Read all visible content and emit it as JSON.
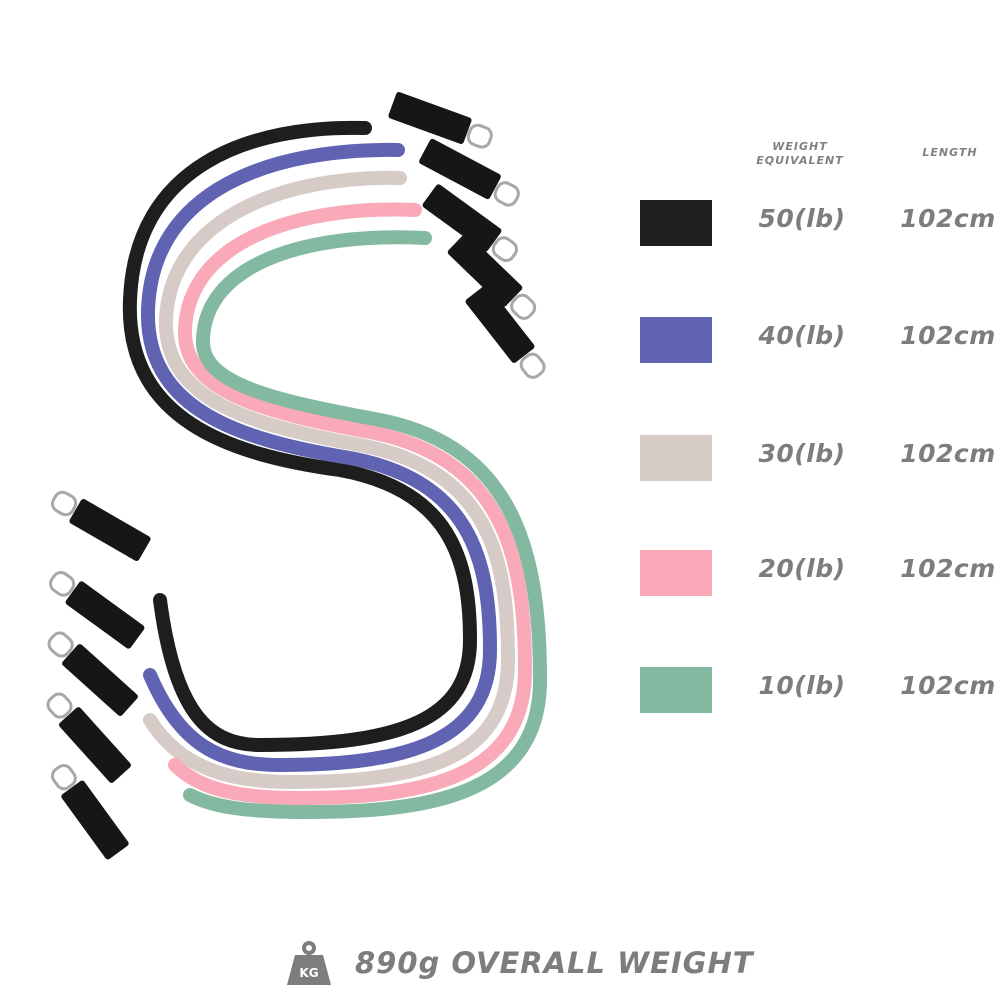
{
  "headers": {
    "weight_equivalent": "WEIGHT EQUIVALENT",
    "length": "LENGTH"
  },
  "bands": [
    {
      "color_name": "black",
      "color": "#1e1e1e",
      "weight": "50(lb)",
      "length": "102cm"
    },
    {
      "color_name": "purple",
      "color": "#5f63b2",
      "weight": "40(lb)",
      "length": "102cm"
    },
    {
      "color_name": "beige",
      "color": "#d6cbc6",
      "weight": "30(lb)",
      "length": "102cm"
    },
    {
      "color_name": "pink",
      "color": "#f9a9b8",
      "weight": "20(lb)",
      "length": "102cm"
    },
    {
      "color_name": "green",
      "color": "#83b9a0",
      "weight": "10(lb)",
      "length": "102cm"
    }
  ],
  "footer": {
    "icon": "kg-weight-icon",
    "icon_text": "KG",
    "text": "890g OVERALL WEIGHT"
  }
}
